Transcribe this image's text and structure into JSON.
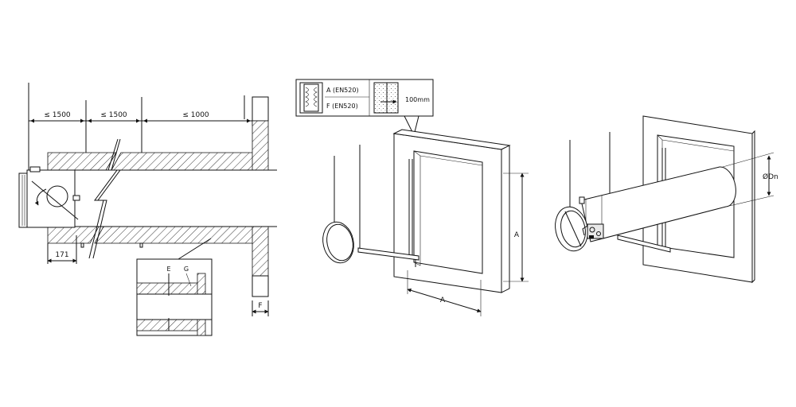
{
  "dimensions": {
    "spacing_1": "≤ 1500",
    "spacing_2": "≤ 1500",
    "spacing_3": "≤ 1000",
    "offset": "171",
    "wall_thickness": "F",
    "opening_height": "A",
    "opening_width": "A",
    "diameter": "ØDn",
    "insulation_thickness": "100mm"
  },
  "detail_labels": {
    "e": "E",
    "g": "G"
  },
  "legend": {
    "a_label": "A (EN520)",
    "f_label": "F (EN520)"
  },
  "colors": {
    "line": "#111111",
    "fill_light": "#e8e8e8",
    "background": "#ffffff"
  }
}
